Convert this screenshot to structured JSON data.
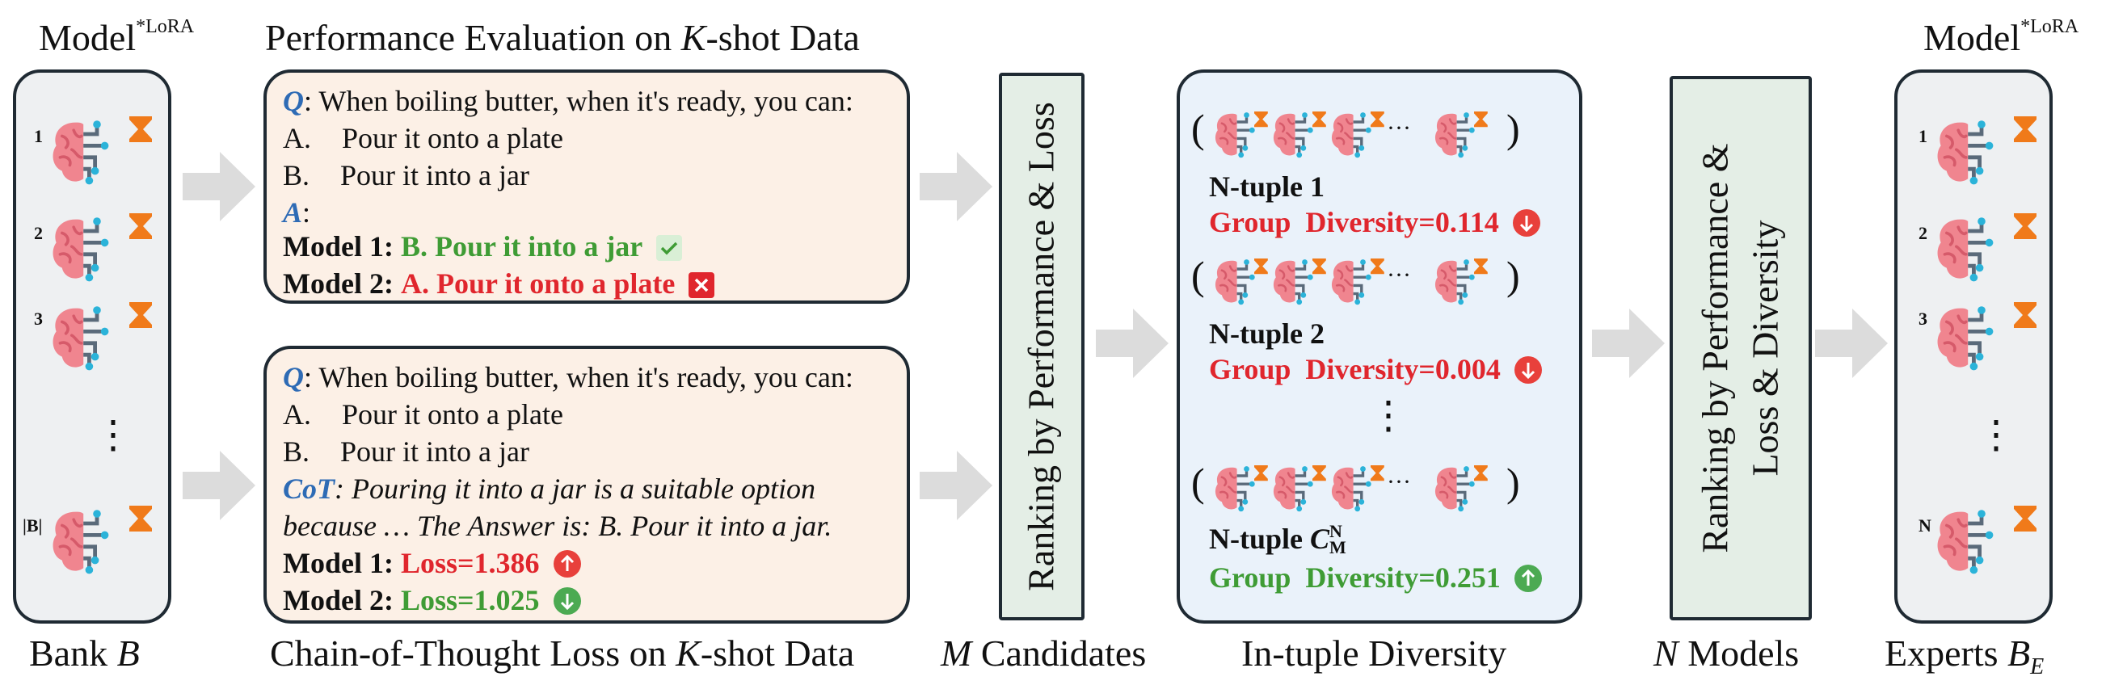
{
  "left": {
    "model_title": "Model",
    "model_sup": "*LoRA",
    "bank_label_prefix": "Bank ",
    "bank_label_var": "B",
    "indices": [
      "1",
      "2",
      "3",
      "|B|"
    ],
    "vdots": "⋮"
  },
  "perf": {
    "title_prefix": "Performance Evaluation on ",
    "title_var": "K",
    "title_suffix": "-shot Data",
    "q_label": "Q",
    "question": ": When boiling butter, when it's ready, you can:",
    "opt_a_key": "A.",
    "opt_a": "Pour it onto a plate",
    "opt_b_key": "B.",
    "opt_b": "Pour it into a jar",
    "a_label": "A",
    "a_colon": ":",
    "m1_label": "Model 1:",
    "m1_answer": "B. Pour it into a jar",
    "m2_label": "Model 2:",
    "m2_answer": "A. Pour it onto a plate"
  },
  "cot": {
    "title_prefix": "Chain-of-Thought Loss on ",
    "title_var": "K",
    "title_suffix": "-shot Data",
    "q_label": "Q",
    "question": ": When boiling butter, when it's ready, you can:",
    "opt_a_key": "A.",
    "opt_a": "Pour it onto a plate",
    "opt_b_key": "B.",
    "opt_b": "Pour it into a jar",
    "cot_label": "CoT",
    "cot_line1": ": Pouring it into a jar is a suitable option",
    "cot_line2": "because … The Answer is: B. Pour it into a jar.",
    "m1_label": "Model 1:",
    "m1_loss": "Loss=1.386",
    "m2_label": "Model 2:",
    "m2_loss": "Loss=1.025"
  },
  "rank1": {
    "text": "Ranking by Performance & Loss",
    "caption_var": "M",
    "caption": " Candidates"
  },
  "tuple": {
    "caption": "In-tuple Diversity",
    "open_paren": "(",
    "close_paren": ")",
    "ellipsis": "···",
    "vdots": "⋮",
    "items": [
      {
        "name": "N-tuple 1",
        "group": "Group",
        "div": "Diversity=0.114",
        "trend": "down"
      },
      {
        "name": "N-tuple 2",
        "group": "Group",
        "div": "Diversity=0.004",
        "trend": "down"
      },
      {
        "name_prefix": "N-tuple ",
        "name_var": "C",
        "name_sup": "N",
        "name_sub": "M",
        "group": "Group",
        "div": "Diversity=0.251",
        "trend": "up"
      }
    ]
  },
  "rank2": {
    "line1": "Ranking by Performance &",
    "line2": "Loss & Diversity",
    "caption_var": "N",
    "caption": " Models"
  },
  "right": {
    "model_title": "Model",
    "model_sup": "*LoRA",
    "caption_prefix": "Experts ",
    "caption_var": "B",
    "caption_sub": "E",
    "indices": [
      "1",
      "2",
      "3",
      "N"
    ],
    "vdots": "⋮"
  },
  "colors": {
    "green": "#3f9c35",
    "red": "#e0262d",
    "blue_label": "#2e6bb5",
    "peach_bg": "#fcf0e6",
    "blue_bg": "#eaf2fa",
    "grey_bg": "#eef0f2",
    "rank_bg": "#e4eee6",
    "arrow": "#dcdcdc"
  },
  "icons": [
    "brain-icon",
    "lora-adapter-icon",
    "check-icon",
    "cross-icon",
    "arrow-up-icon",
    "arrow-down-icon",
    "flow-arrow-icon"
  ]
}
